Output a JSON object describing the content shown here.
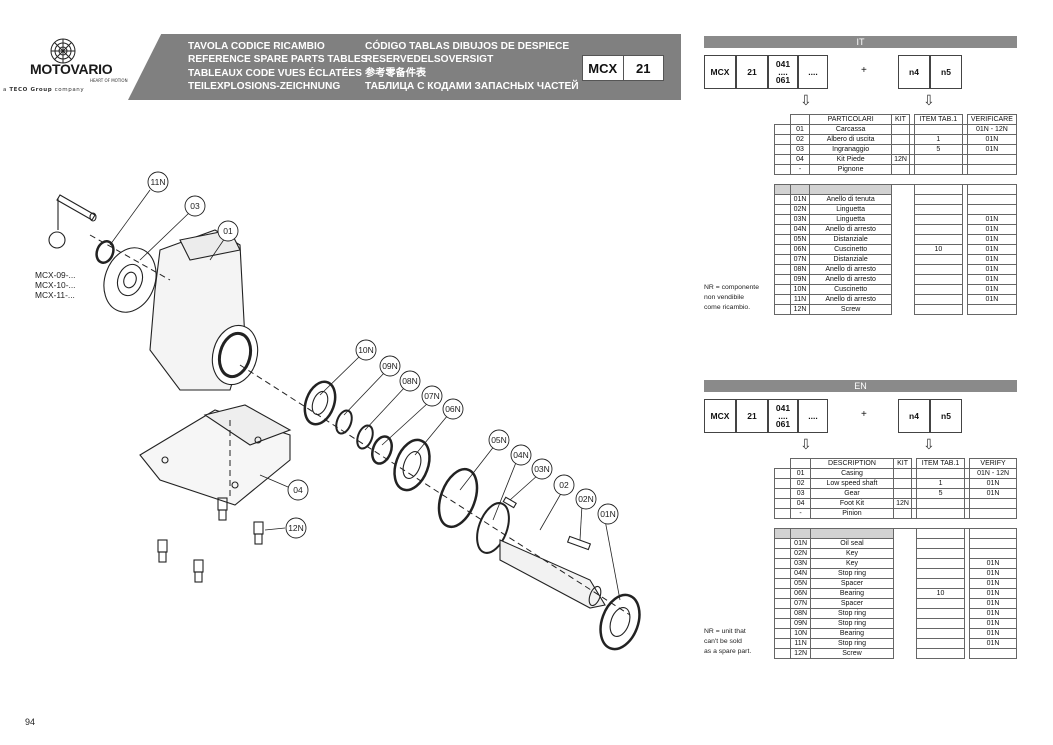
{
  "brand": {
    "name": "MOTOVARIO",
    "tagline": "HEART OF MOTION",
    "group_prefix": "a ",
    "group_bold": "TECO Group",
    "group_suffix": " company"
  },
  "header": {
    "titles_col1": [
      "TAVOLA CODICE RICAMBIO",
      "REFERENCE SPARE PARTS TABLES",
      "TABLEAUX CODE VUES ÉCLATÉES",
      "TEILEXPLOSIONS-ZEICHNUNG"
    ],
    "titles_col2": [
      "CÓDIGO TABLAS DIBUJOS DE DESPIECE",
      "RESERVEDELSOVERSIGT",
      "参考零备件表",
      "ТАБЛИЦА С КОДАМИ ЗАПАСНЫХ ЧАСТЕЙ"
    ],
    "model": "MCX",
    "size": "21"
  },
  "diagram": {
    "variants": [
      "MCX-09-...",
      "MCX-10-...",
      "MCX-11-..."
    ],
    "callouts": [
      "11N",
      "03",
      "01",
      "10N",
      "09N",
      "08N",
      "07N",
      "06N",
      "05N",
      "04N",
      "03N",
      "02",
      "02N",
      "01N",
      "04",
      "12N"
    ]
  },
  "code": {
    "model": "MCX",
    "size": "21",
    "ratio_top": "041",
    "ratio_mid": "....",
    "ratio_bot": "061",
    "dots": "....",
    "plus": "+",
    "n4": "n4",
    "n5": "n5",
    "arrow": "⇩"
  },
  "it": {
    "lang": "IT",
    "headers": {
      "part": "PARTICOLARI",
      "kit": "KIT",
      "item": "ITEM TAB.1",
      "verify": "VERIFICARE"
    },
    "main_rows": [
      {
        "code": "01",
        "name": "Carcassa",
        "kit": "",
        "item": "",
        "verify": "01N - 12N"
      },
      {
        "code": "02",
        "name": "Albero di uscita",
        "kit": "",
        "item": "1",
        "verify": "01N"
      },
      {
        "code": "03",
        "name": "Ingranaggio",
        "kit": "",
        "item": "5",
        "verify": "01N"
      },
      {
        "code": "04",
        "name": "Kit Piede",
        "kit": "12N",
        "item": "",
        "verify": ""
      },
      {
        "code": "-",
        "name": "Pignone",
        "kit": "",
        "item": "",
        "verify": ""
      }
    ],
    "nr_rows": [
      {
        "code": "01N",
        "name": "Anello di tenuta",
        "item": "",
        "verify": ""
      },
      {
        "code": "02N",
        "name": "Linguetta",
        "item": "",
        "verify": ""
      },
      {
        "code": "03N",
        "name": "Linguetta",
        "item": "",
        "verify": "01N"
      },
      {
        "code": "04N",
        "name": "Anello di arresto",
        "item": "",
        "verify": "01N"
      },
      {
        "code": "05N",
        "name": "Distanziale",
        "item": "",
        "verify": "01N"
      },
      {
        "code": "06N",
        "name": "Cuscinetto",
        "item": "10",
        "verify": "01N"
      },
      {
        "code": "07N",
        "name": "Distanziale",
        "item": "",
        "verify": "01N"
      },
      {
        "code": "08N",
        "name": "Anello di arresto",
        "item": "",
        "verify": "01N"
      },
      {
        "code": "09N",
        "name": "Anello di arresto",
        "item": "",
        "verify": "01N"
      },
      {
        "code": "10N",
        "name": "Cuscinetto",
        "item": "",
        "verify": "01N"
      },
      {
        "code": "11N",
        "name": "Anello di arresto",
        "item": "",
        "verify": "01N"
      },
      {
        "code": "12N",
        "name": "Screw",
        "item": "",
        "verify": ""
      }
    ],
    "note": [
      "NR = componente",
      "non vendibile",
      "come ricambio."
    ]
  },
  "en": {
    "lang": "EN",
    "headers": {
      "part": "DESCRIPTION",
      "kit": "KIT",
      "item": "ITEM TAB.1",
      "verify": "VERIFY"
    },
    "main_rows": [
      {
        "code": "01",
        "name": "Casing",
        "kit": "",
        "item": "",
        "verify": "01N - 12N"
      },
      {
        "code": "02",
        "name": "Low speed shaft",
        "kit": "",
        "item": "1",
        "verify": "01N"
      },
      {
        "code": "03",
        "name": "Gear",
        "kit": "",
        "item": "5",
        "verify": "01N"
      },
      {
        "code": "04",
        "name": "Foot Kit",
        "kit": "12N",
        "item": "",
        "verify": ""
      },
      {
        "code": "-",
        "name": "Pinion",
        "kit": "",
        "item": "",
        "verify": ""
      }
    ],
    "nr_rows": [
      {
        "code": "01N",
        "name": "Oil seal",
        "item": "",
        "verify": ""
      },
      {
        "code": "02N",
        "name": "Key",
        "item": "",
        "verify": ""
      },
      {
        "code": "03N",
        "name": "Key",
        "item": "",
        "verify": "01N"
      },
      {
        "code": "04N",
        "name": "Stop ring",
        "item": "",
        "verify": "01N"
      },
      {
        "code": "05N",
        "name": "Spacer",
        "item": "",
        "verify": "01N"
      },
      {
        "code": "06N",
        "name": "Bearing",
        "item": "10",
        "verify": "01N"
      },
      {
        "code": "07N",
        "name": "Spacer",
        "item": "",
        "verify": "01N"
      },
      {
        "code": "08N",
        "name": "Stop ring",
        "item": "",
        "verify": "01N"
      },
      {
        "code": "09N",
        "name": "Stop ring",
        "item": "",
        "verify": "01N"
      },
      {
        "code": "10N",
        "name": "Bearing",
        "item": "",
        "verify": "01N"
      },
      {
        "code": "11N",
        "name": "Stop ring",
        "item": "",
        "verify": "01N"
      },
      {
        "code": "12N",
        "name": "Screw",
        "item": "",
        "verify": ""
      }
    ],
    "note": [
      "NR = unit that",
      "can't be sold",
      "as a spare part."
    ]
  },
  "page_number": "94",
  "colors": {
    "banner": "#808080",
    "lang_bar": "#8a8a8a",
    "shade": "#d2d2d2"
  }
}
